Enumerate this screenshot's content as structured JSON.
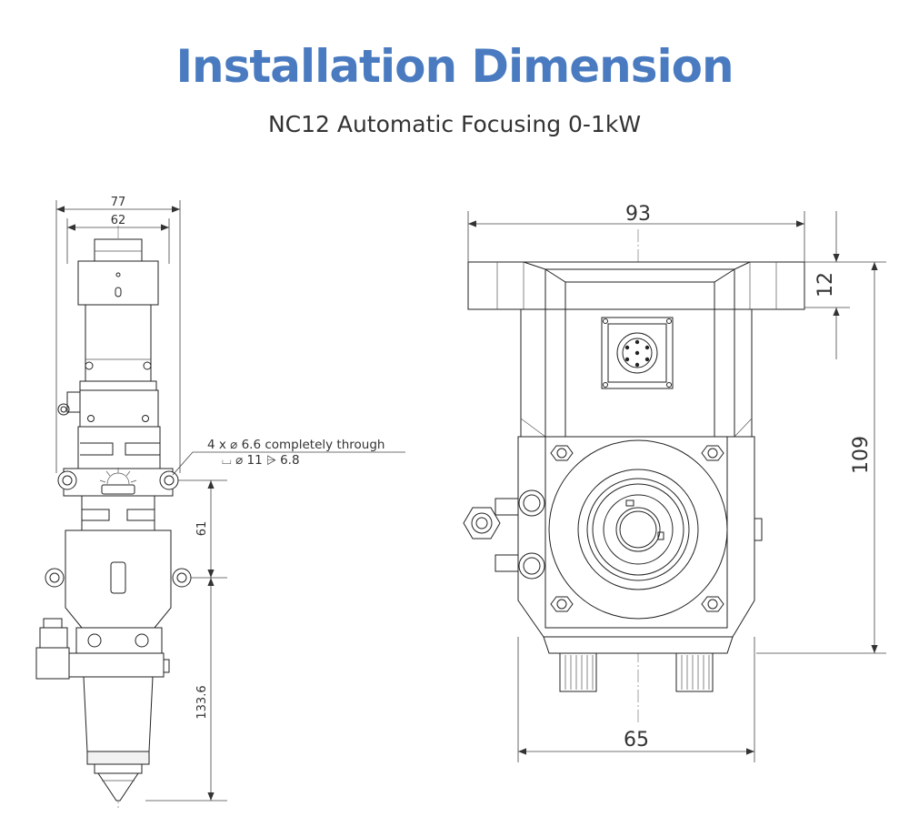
{
  "title": "Installation Dimension",
  "subtitle": "NC12 Automatic Focusing 0-1kW",
  "colors": {
    "title": "#4a7bc0",
    "line": "#222222"
  },
  "side_view": {
    "dim_width_outer": "77",
    "dim_width_inner": "62",
    "dim_hole_spacing": "61",
    "dim_lower_height": "133.6",
    "note_line1": "4 x  ⌀ 6.6 completely through",
    "note_line2": "⌴ ⌀ 11  ⩥ 6.8"
  },
  "front_view": {
    "dim_top_width": "93",
    "dim_flange_height": "12",
    "dim_total_height": "109",
    "dim_bottom_width": "65"
  }
}
